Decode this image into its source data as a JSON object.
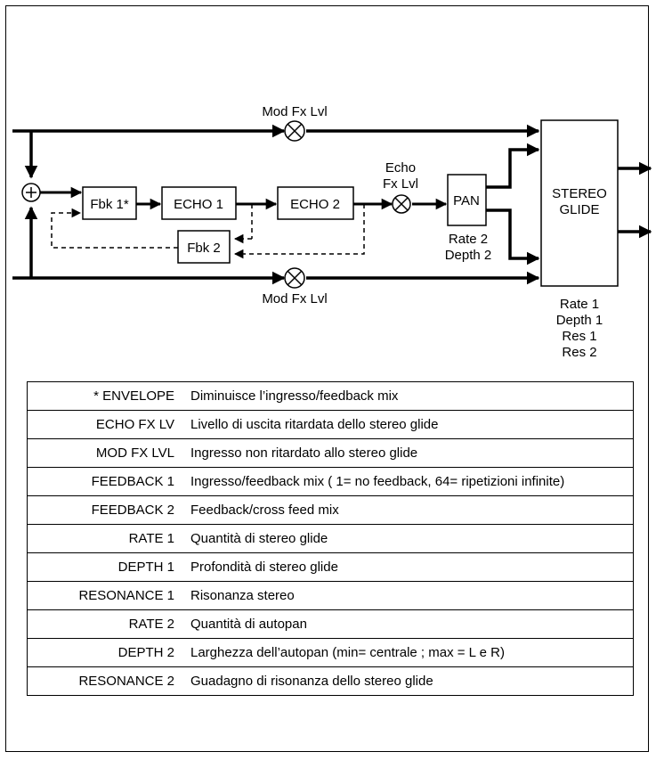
{
  "diagram": {
    "mod_fx_lvl_top": "Mod Fx Lvl",
    "mod_fx_lvl_bottom": "Mod Fx Lvl",
    "fbk1": "Fbk 1*",
    "echo1": "ECHO 1",
    "echo2": "ECHO 2",
    "fbk2": "Fbk 2",
    "echo_fx_lvl_line1": "Echo",
    "echo_fx_lvl_line2": "Fx Lvl",
    "pan": "PAN",
    "pan_rate": "Rate 2",
    "pan_depth": "Depth 2",
    "stereo_line1": "STEREO",
    "stereo_line2": "GLIDE",
    "glide_rate": "Rate 1",
    "glide_depth": "Depth 1",
    "glide_res1": "Res 1",
    "glide_res2": "Res 2"
  },
  "params": [
    {
      "key": "* ENVELOPE",
      "desc": "Diminuisce l’ingresso/feedback mix"
    },
    {
      "key": "ECHO FX LV",
      "desc": "Livello di uscita ritardata dello stereo glide"
    },
    {
      "key": "MOD FX LVL",
      "desc": "Ingresso non ritardato allo  stereo glide"
    },
    {
      "key": "FEEDBACK 1",
      "desc": "Ingresso/feedback mix ( 1= no feedback, 64= ripetizioni infinite)"
    },
    {
      "key": "FEEDBACK  2",
      "desc": "Feedback/cross feed mix"
    },
    {
      "key": "RATE 1",
      "desc": "Quantità di stereo glide"
    },
    {
      "key": "DEPTH  1",
      "desc": "Profondità di stereo glide"
    },
    {
      "key": "RESONANCE 1",
      "desc": "Risonanza stereo"
    },
    {
      "key": "RATE 2",
      "desc": "Quantità di autopan"
    },
    {
      "key": "DEPTH  2",
      "desc": "Larghezza dell’autopan (min= centrale ; max = L e R)"
    },
    {
      "key": "RESONANCE 2",
      "desc": "Guadagno di risonanza dello stereo glide"
    }
  ]
}
